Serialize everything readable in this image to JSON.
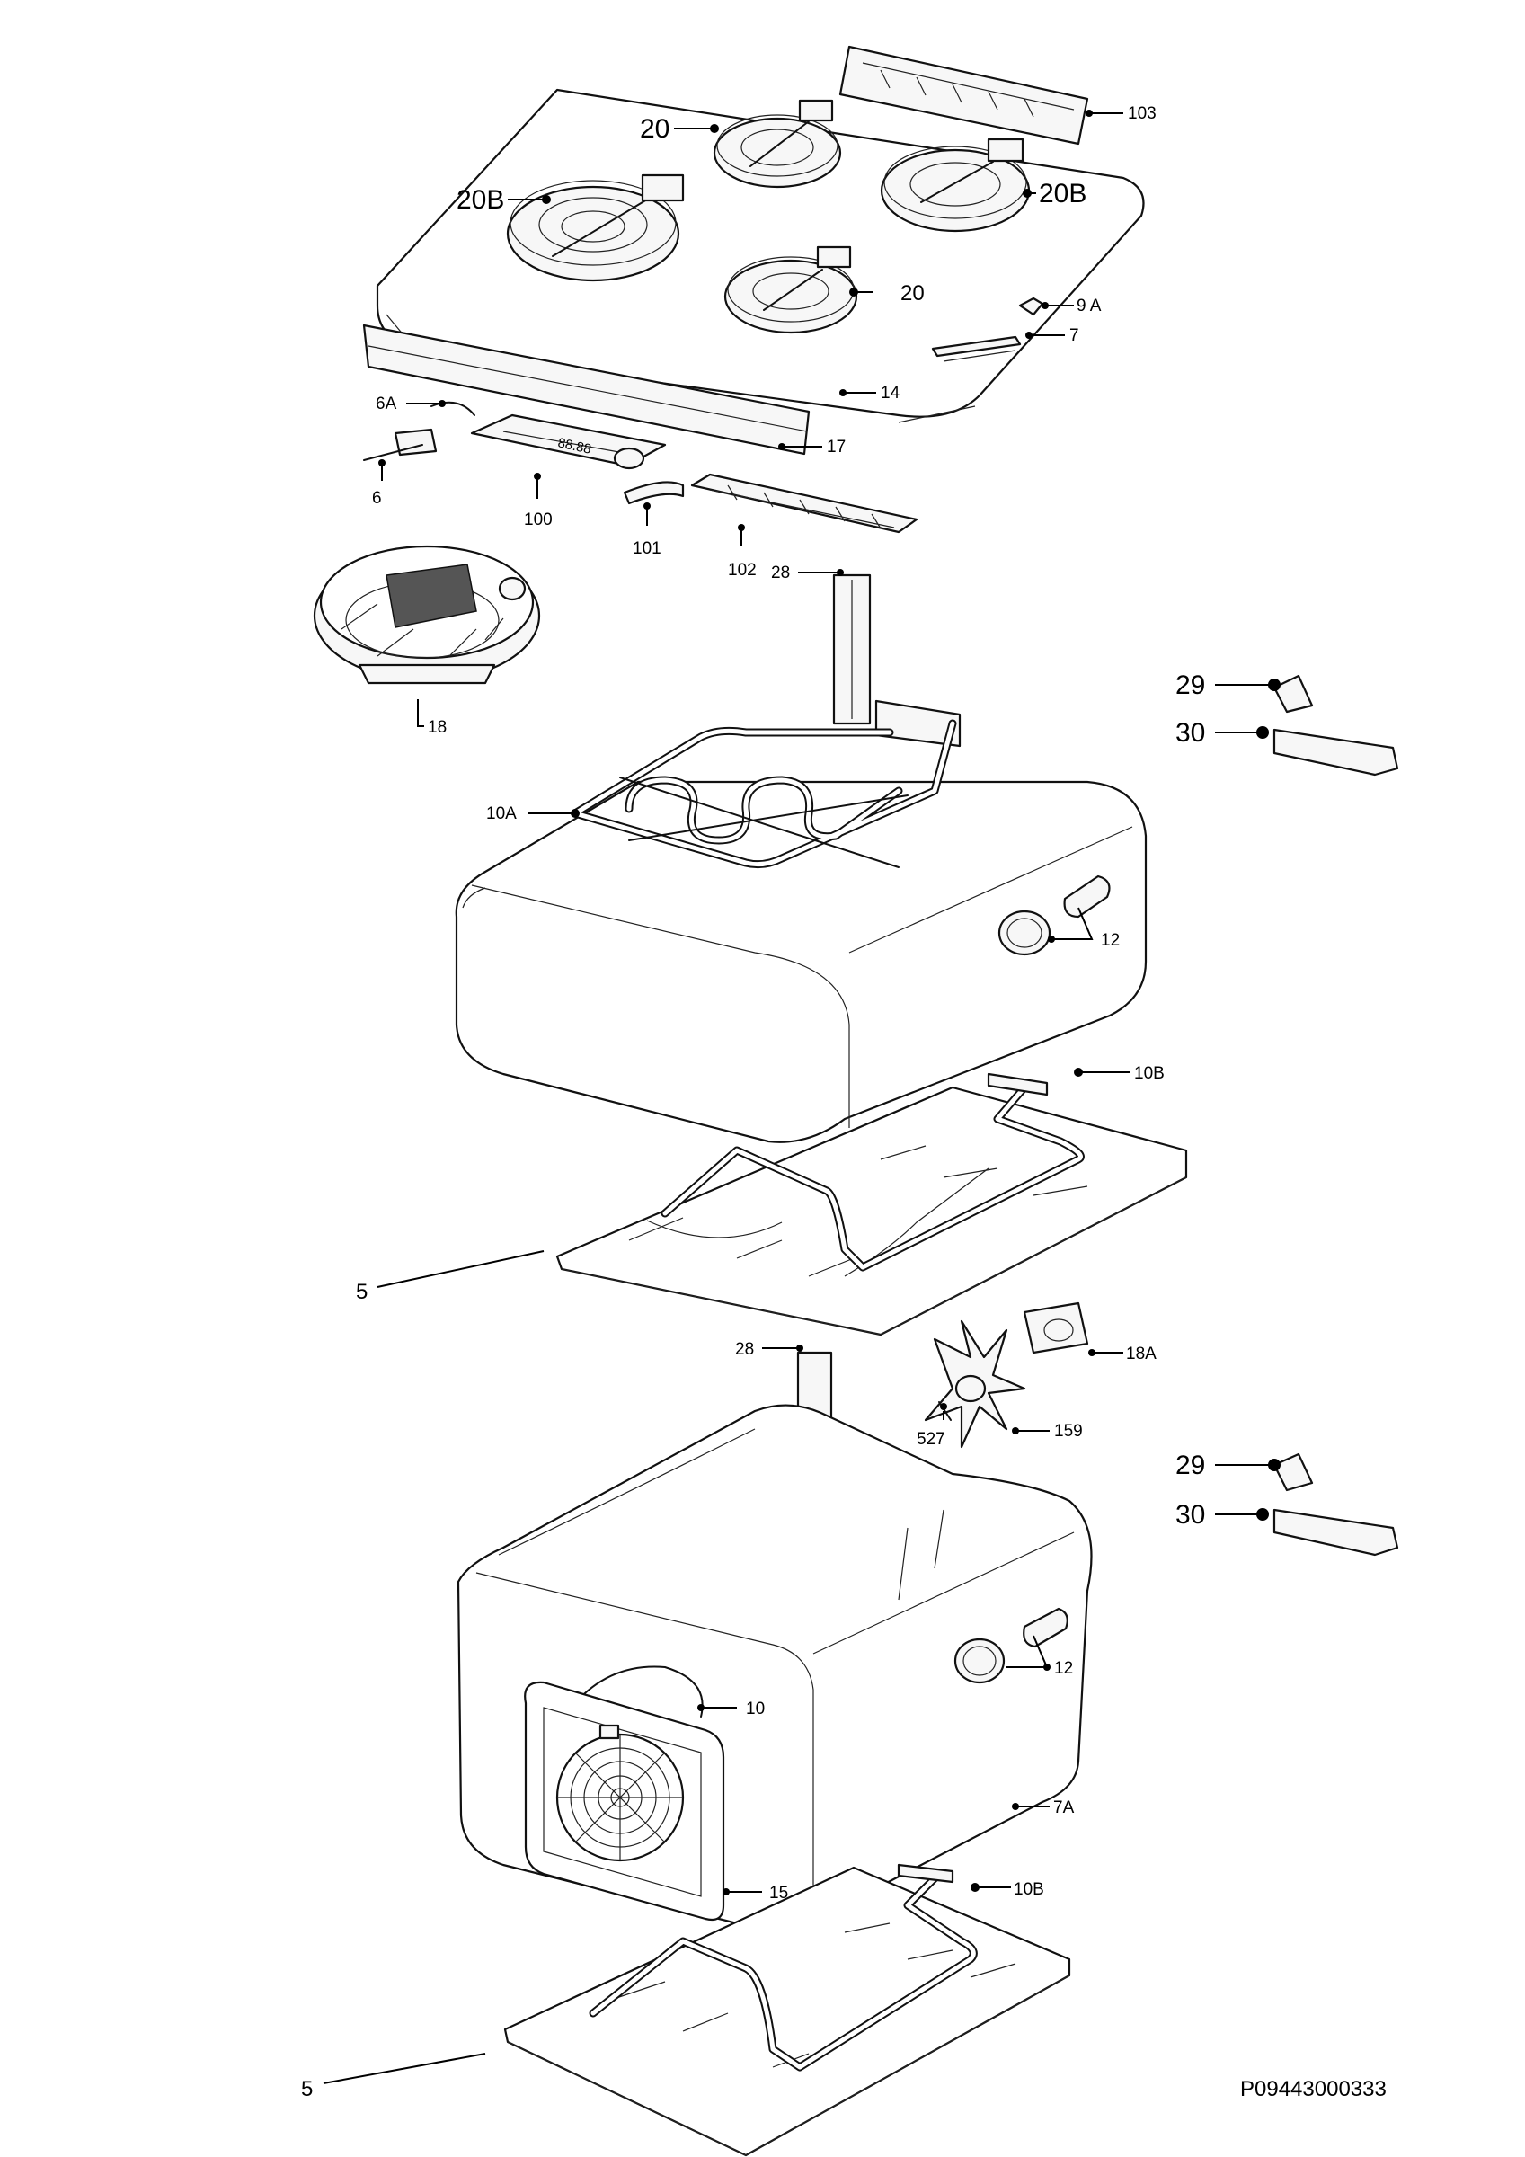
{
  "labels": {
    "p103": "103",
    "p20_top": "20",
    "p20B_left": "20B",
    "p20B_right": "20B",
    "p20_front": "20",
    "p9A": "9 A",
    "p7": "7",
    "p14": "14",
    "p6A": "6A",
    "p17": "17",
    "p6": "6",
    "p100": "100",
    "p101": "101",
    "p102": "102",
    "p28_upper": "28",
    "p18": "18",
    "p29_upper": "29",
    "p30_upper": "30",
    "p10A": "10A",
    "p12_upper": "12",
    "p10B_upper": "10B",
    "p5_upper": "5",
    "p28_lower": "28",
    "p18A": "18A",
    "p527": "527",
    "p159": "159",
    "p29_lower": "29",
    "p30_lower": "30",
    "p12_lower": "12",
    "p10": "10",
    "p7A": "7A",
    "p15": "15",
    "p10B_lower": "10B",
    "p5_lower": "5"
  },
  "display_text": "88.88",
  "drawing_code": "P09443000333"
}
